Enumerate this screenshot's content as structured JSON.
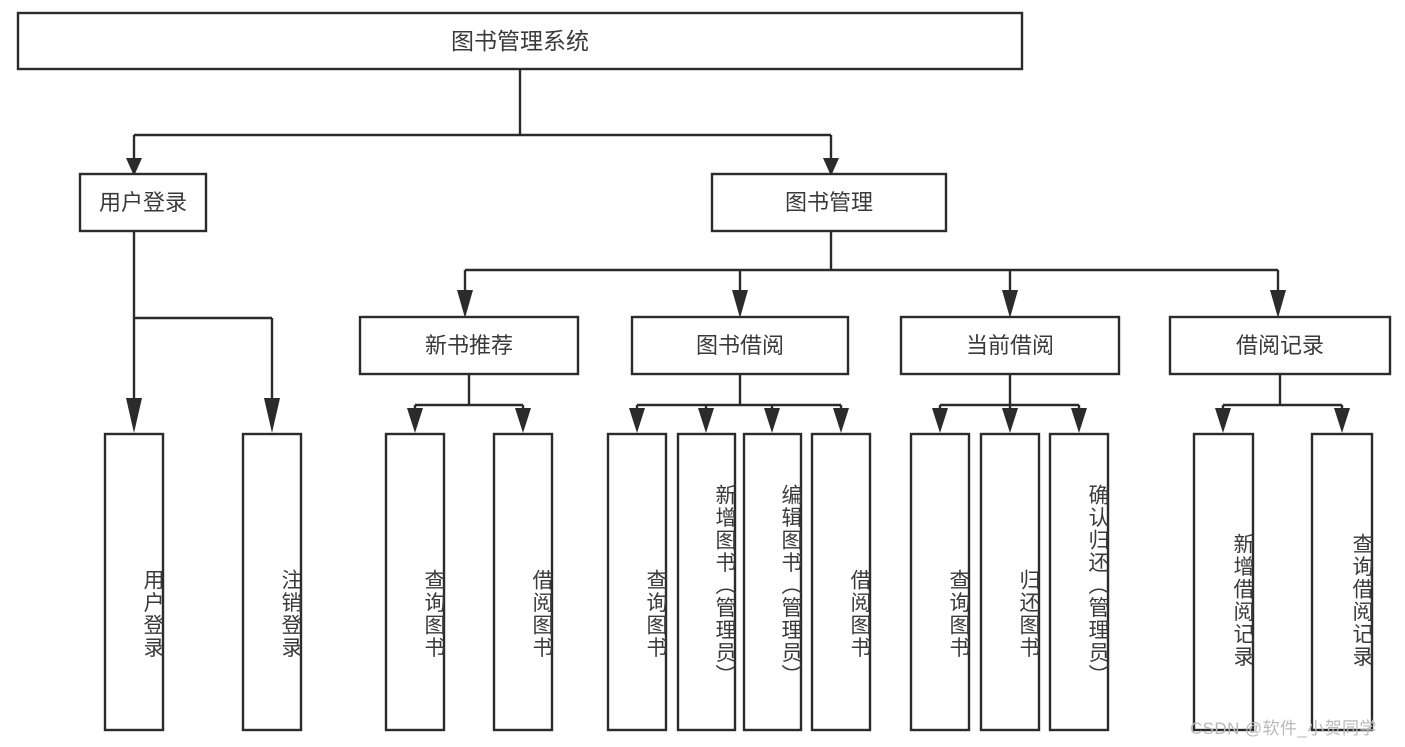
{
  "diagram": {
    "type": "tree-hierarchy-flowchart",
    "title": "图书管理系统",
    "colors": {
      "background": "#ffffff",
      "box_fill": "#ffffff",
      "box_stroke": "#2b2b2b",
      "connector": "#2b2b2b",
      "text": "#3a3a3a",
      "watermark": "#b9b9b9"
    },
    "root": {
      "label": "图书管理系统"
    },
    "level2": [
      {
        "label": "用户登录"
      },
      {
        "label": "图书管理"
      }
    ],
    "level3": [
      {
        "label": "新书推荐"
      },
      {
        "label": "图书借阅"
      },
      {
        "label": "当前借阅"
      },
      {
        "label": "借阅记录"
      }
    ],
    "leaves": {
      "user_login": [
        {
          "label": "用户登录"
        },
        {
          "label": "注销登录"
        }
      ],
      "new_book_recommend": [
        {
          "label": "查询图书"
        },
        {
          "label": "借阅图书"
        }
      ],
      "book_borrow": [
        {
          "label": "查询图书"
        },
        {
          "label": "新增图书（管理员）"
        },
        {
          "label": "编辑图书（管理员）"
        },
        {
          "label": "借阅图书"
        }
      ],
      "current_borrow": [
        {
          "label": "查询图书"
        },
        {
          "label": "归还图书"
        },
        {
          "label": "确认归还（管理员）"
        }
      ],
      "borrow_record": [
        {
          "label": "新增借阅记录"
        },
        {
          "label": "查询借阅记录"
        }
      ]
    },
    "edges": [
      {
        "from": "图书管理系统",
        "to": "用户登录"
      },
      {
        "from": "图书管理系统",
        "to": "图书管理"
      },
      {
        "from": "用户登录",
        "to": "用户登录"
      },
      {
        "from": "用户登录",
        "to": "注销登录"
      },
      {
        "from": "图书管理",
        "to": "新书推荐"
      },
      {
        "from": "图书管理",
        "to": "图书借阅"
      },
      {
        "from": "图书管理",
        "to": "当前借阅"
      },
      {
        "from": "图书管理",
        "to": "借阅记录"
      },
      {
        "from": "新书推荐",
        "to": "查询图书"
      },
      {
        "from": "新书推荐",
        "to": "借阅图书"
      },
      {
        "from": "图书借阅",
        "to": "查询图书"
      },
      {
        "from": "图书借阅",
        "to": "新增图书（管理员）"
      },
      {
        "from": "图书借阅",
        "to": "编辑图书（管理员）"
      },
      {
        "from": "图书借阅",
        "to": "借阅图书"
      },
      {
        "from": "当前借阅",
        "to": "查询图书"
      },
      {
        "from": "当前借阅",
        "to": "归还图书"
      },
      {
        "from": "当前借阅",
        "to": "确认归还（管理员）"
      },
      {
        "from": "借阅记录",
        "to": "新增借阅记录"
      },
      {
        "from": "借阅记录",
        "to": "查询借阅记录"
      }
    ],
    "watermark": "CSDN @软件_小贺同学"
  }
}
